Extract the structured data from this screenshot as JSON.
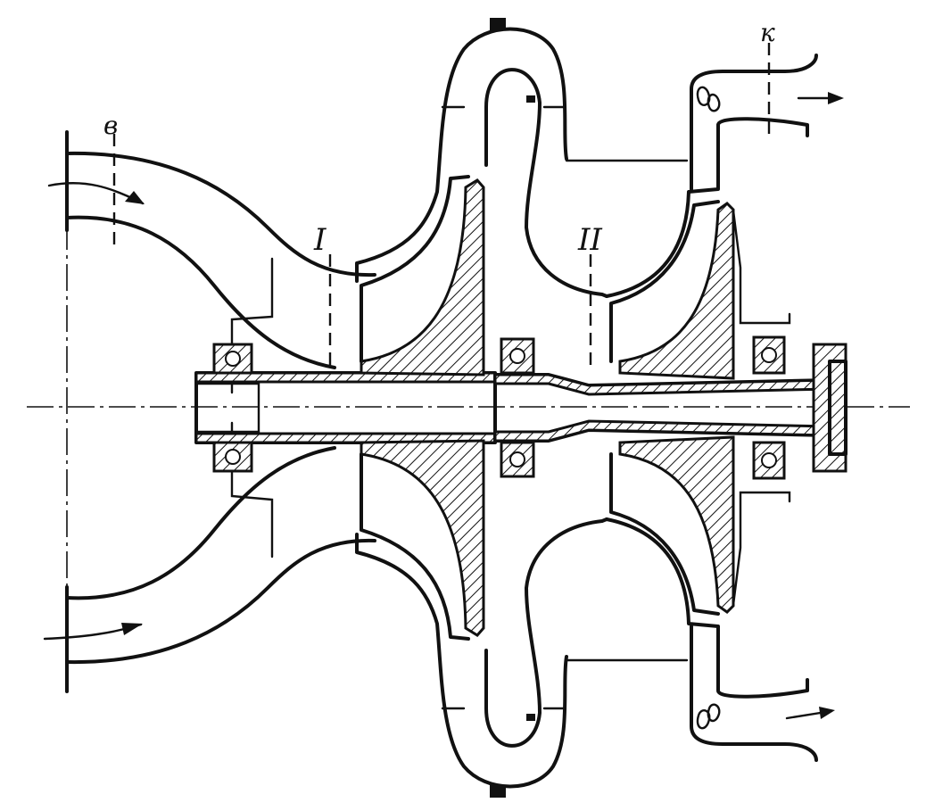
{
  "labels": {
    "inlet_section": "в",
    "stage_one": "I",
    "stage_two": "II",
    "outlet_section": "к"
  },
  "colors": {
    "ink": "#111111",
    "paper": "#ffffff"
  }
}
